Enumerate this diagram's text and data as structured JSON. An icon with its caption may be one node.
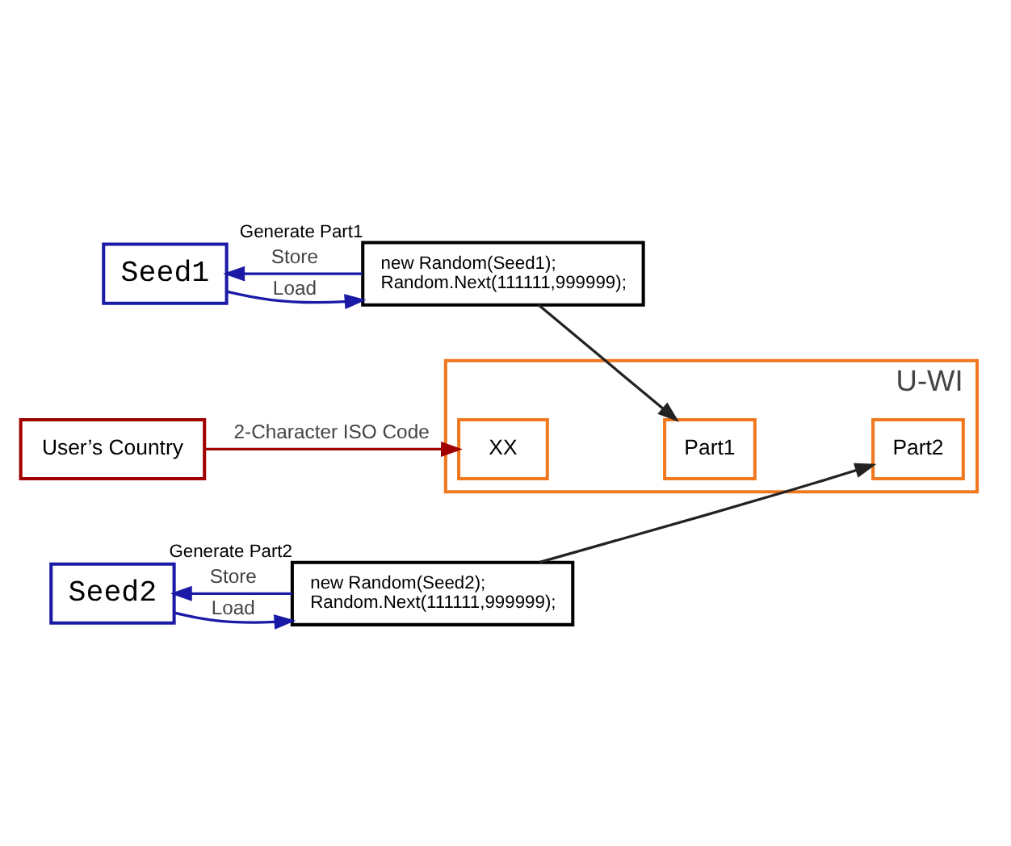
{
  "diagram": {
    "nodes": [
      {
        "text": [
          "Seed1"
        ]
      },
      {
        "text": [
          "new Random(Seed1); Random.Next(111111,999999);"
        ],
        "beside": [
          "Generate Part1"
        ]
      },
      {
        "text": [
          "User’s Country"
        ]
      },
      {
        "text": [
          "U-WI"
        ]
      },
      {
        "text": [
          "XX"
        ],
        "in": 3
      },
      {
        "text": [
          "Part1"
        ],
        "in": 3
      },
      {
        "text": [
          "Part2"
        ],
        "in": 3
      },
      {
        "text": [
          "Seed2"
        ]
      },
      {
        "text": [
          "new Random(Seed2); Random.Next(111111,999999);"
        ],
        "beside": [
          "Generate Part2"
        ]
      }
    ],
    "edges": [
      {
        "from": 0,
        "to": 1,
        "arrow": "to",
        "label": "Load",
        "color": "#1a1aa6"
      },
      {
        "from": 1,
        "to": 0,
        "arrow": "to",
        "label": "Store",
        "color": "#1a1aa6"
      },
      {
        "from": 1,
        "to": 5,
        "arrow": "to",
        "color": "#222222"
      },
      {
        "from": 2,
        "to": 4,
        "arrow": "to",
        "label": "2-Character ISO Code",
        "color": "#a00000"
      },
      {
        "from": 7,
        "to": 8,
        "arrow": "to",
        "label": "Load",
        "color": "#1a1aa6"
      },
      {
        "from": 8,
        "to": 7,
        "arrow": "to",
        "label": "Store",
        "color": "#1a1aa6"
      },
      {
        "from": 8,
        "to": 6,
        "arrow": "to",
        "color": "#222222"
      }
    ]
  }
}
